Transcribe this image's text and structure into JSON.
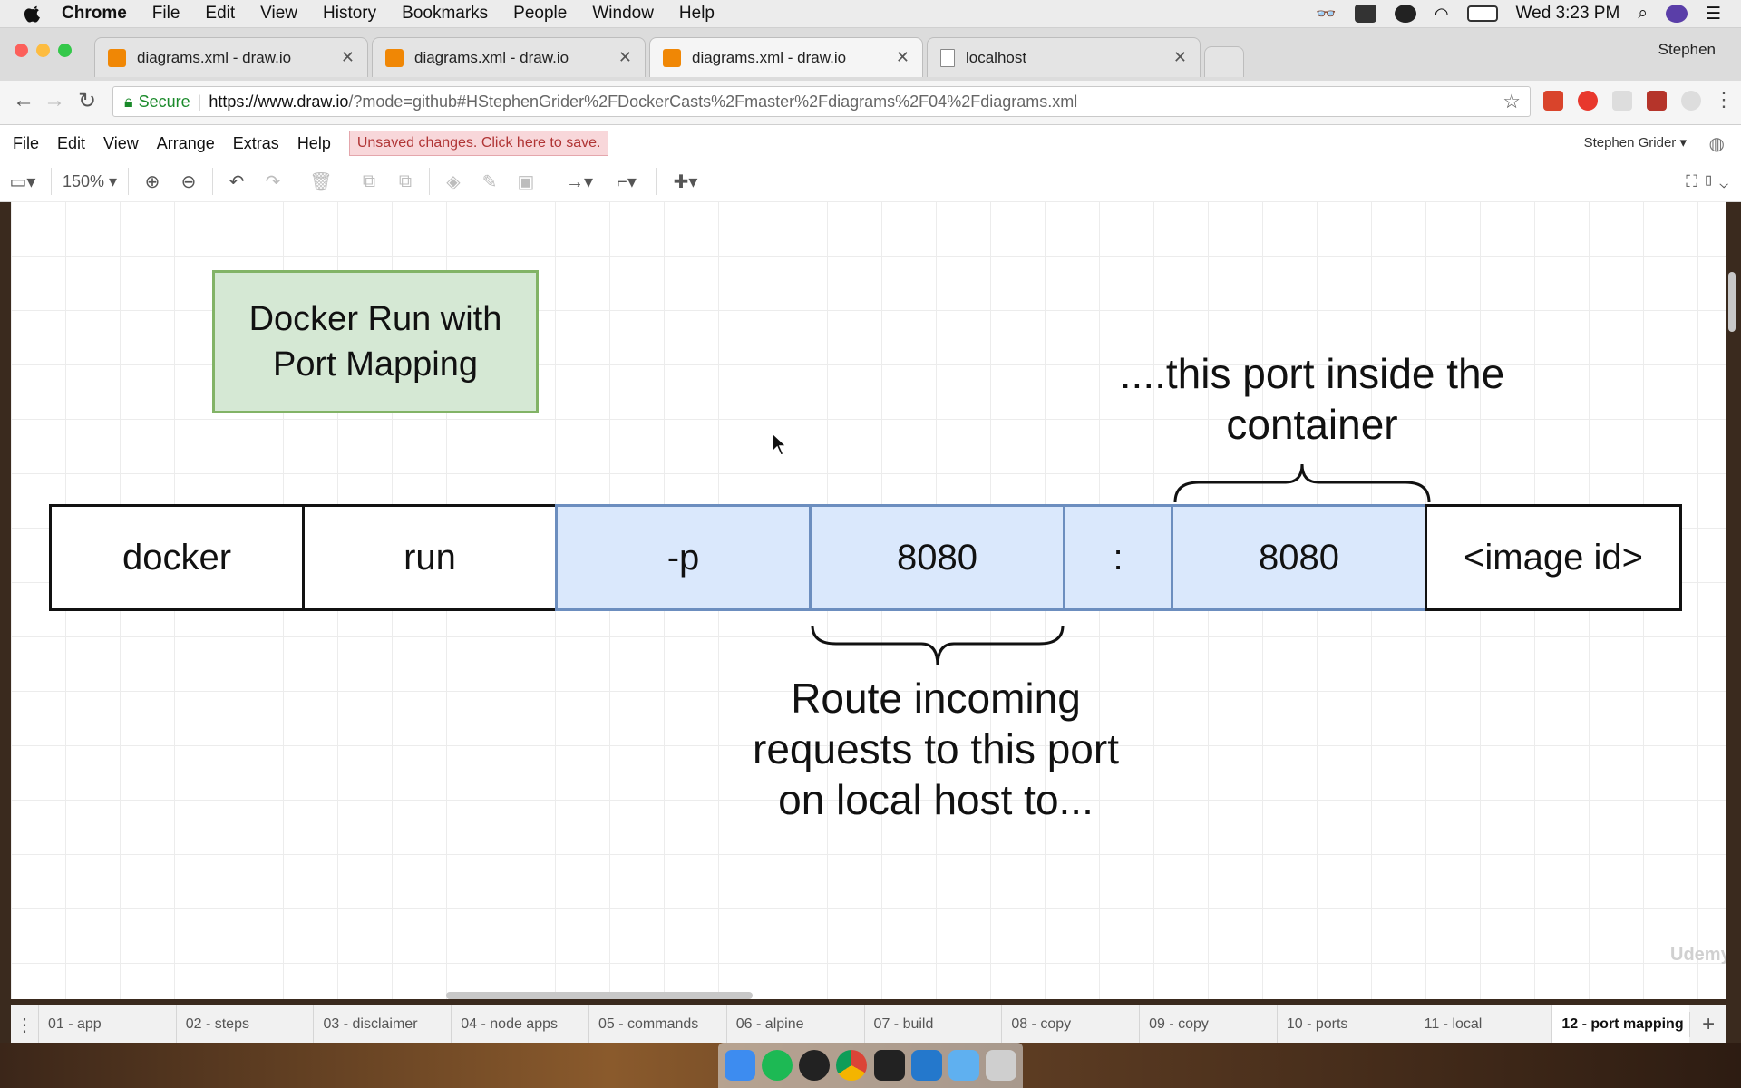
{
  "macmenu": {
    "app": "Chrome",
    "items": [
      "File",
      "Edit",
      "View",
      "History",
      "Bookmarks",
      "People",
      "Window",
      "Help"
    ],
    "clock": "Wed 3:23 PM"
  },
  "browser": {
    "tabs": [
      {
        "label": "diagrams.xml - draw.io"
      },
      {
        "label": "diagrams.xml - draw.io"
      },
      {
        "label": "diagrams.xml - draw.io"
      },
      {
        "label": "localhost"
      }
    ],
    "profile": "Stephen",
    "secure_label": "Secure",
    "url_host": "https://www.draw.io",
    "url_rest": "/?mode=github#HStephenGrider%2FDockerCasts%2Fmaster%2Fdiagrams%2F04%2Fdiagrams.xml"
  },
  "drawio": {
    "menu": [
      "File",
      "Edit",
      "View",
      "Arrange",
      "Extras",
      "Help"
    ],
    "unsaved": "Unsaved changes. Click here to save.",
    "user": "Stephen Grider",
    "zoom": "150%"
  },
  "diagram": {
    "title": "Docker Run with Port Mapping",
    "cells": [
      "docker",
      "run",
      "-p",
      "8080",
      ":",
      "8080",
      "<image id>"
    ],
    "container_note": "....this port inside the container",
    "route_note": "Route incoming requests to this port on local host to...",
    "watermark": "Udemy"
  },
  "pages": [
    "01 - app",
    "02 - steps",
    "03 - disclaimer",
    "04 - node apps",
    "05 - commands",
    "06 - alpine",
    "07 - build",
    "08 - copy",
    "09 - copy",
    "10 - ports",
    "11 - local",
    "12 - port mapping"
  ],
  "active_page": "12 - port mapping",
  "colors": {
    "title_fill": "#d5e8d4",
    "title_stroke": "#82b366",
    "port_fill": "#dae8fc",
    "port_stroke": "#6c8ebf",
    "unsaved_bg": "#f8d7da"
  }
}
